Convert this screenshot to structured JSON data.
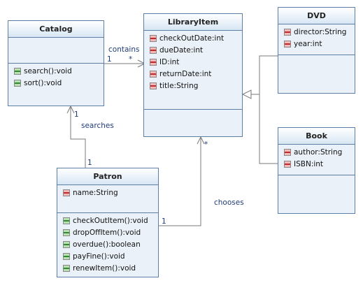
{
  "classes": {
    "catalog": {
      "name": "Catalog",
      "attributes": [],
      "operations": [
        "search():void",
        "sort():void"
      ]
    },
    "library_item": {
      "name": "LibraryItem",
      "attributes": [
        "checkOutDate:int",
        "dueDate:int",
        "ID:int",
        "returnDate:int",
        "title:String"
      ],
      "operations": []
    },
    "dvd": {
      "name": "DVD",
      "attributes": [
        "director:String",
        "year:int"
      ],
      "operations": []
    },
    "book": {
      "name": "Book",
      "attributes": [
        "author:String",
        "ISBN:int"
      ],
      "operations": []
    },
    "patron": {
      "name": "Patron",
      "attributes": [
        "name:String"
      ],
      "operations": [
        "checkOutItem():void",
        "dropOffItem():void",
        "overdue():boolean",
        "payFine():void",
        "renewItem():void"
      ]
    }
  },
  "associations": {
    "contains": {
      "label": "contains",
      "source_mult": "1",
      "target_mult": "*"
    },
    "searches": {
      "label": "searches",
      "source_mult": "1",
      "target_mult": "1"
    },
    "chooses": {
      "label": "chooses",
      "source_mult": "1",
      "target_mult": "*"
    }
  },
  "colors": {
    "border": "#5b7fa6",
    "fill": "#eaf1f8",
    "attribute_icon": "#c0282a",
    "operation_icon": "#2e8b2e",
    "label_text": "#1f3d7a"
  }
}
